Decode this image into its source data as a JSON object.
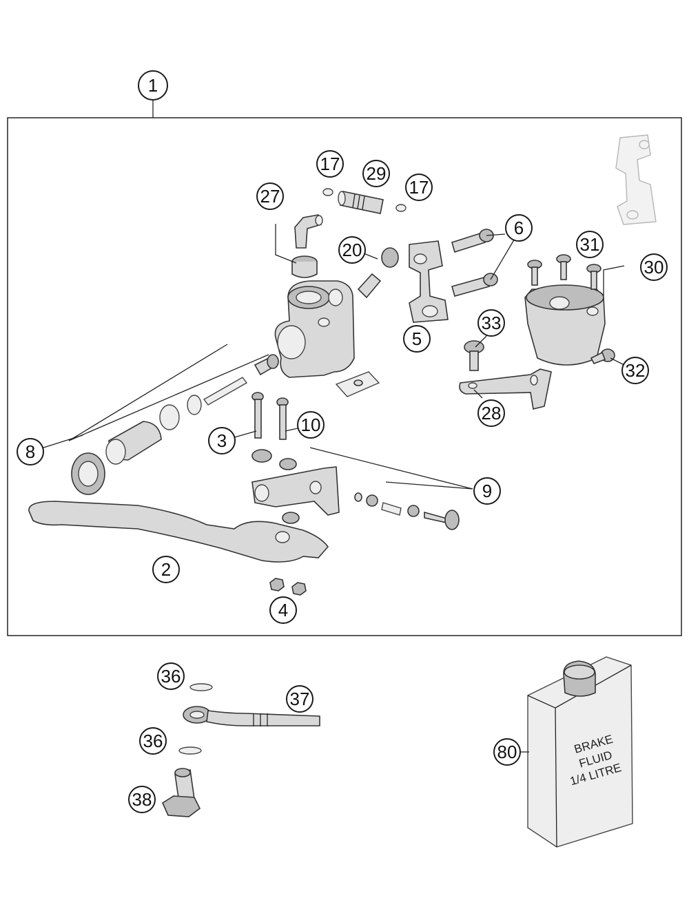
{
  "callouts": {
    "c1": "1",
    "c2": "2",
    "c3": "3",
    "c4": "4",
    "c5": "5",
    "c6": "6",
    "c8": "8",
    "c9": "9",
    "c10": "10",
    "c17a": "17",
    "c17b": "17",
    "c20": "20",
    "c27": "27",
    "c28": "28",
    "c29": "29",
    "c30": "30",
    "c31": "31",
    "c32": "32",
    "c33": "33",
    "c36a": "36",
    "c36b": "36",
    "c37": "37",
    "c38": "38",
    "c80": "80"
  },
  "fluid_can": {
    "line1": "BRAKE",
    "line2": "FLUID",
    "line3": "1/4 LITRE"
  }
}
